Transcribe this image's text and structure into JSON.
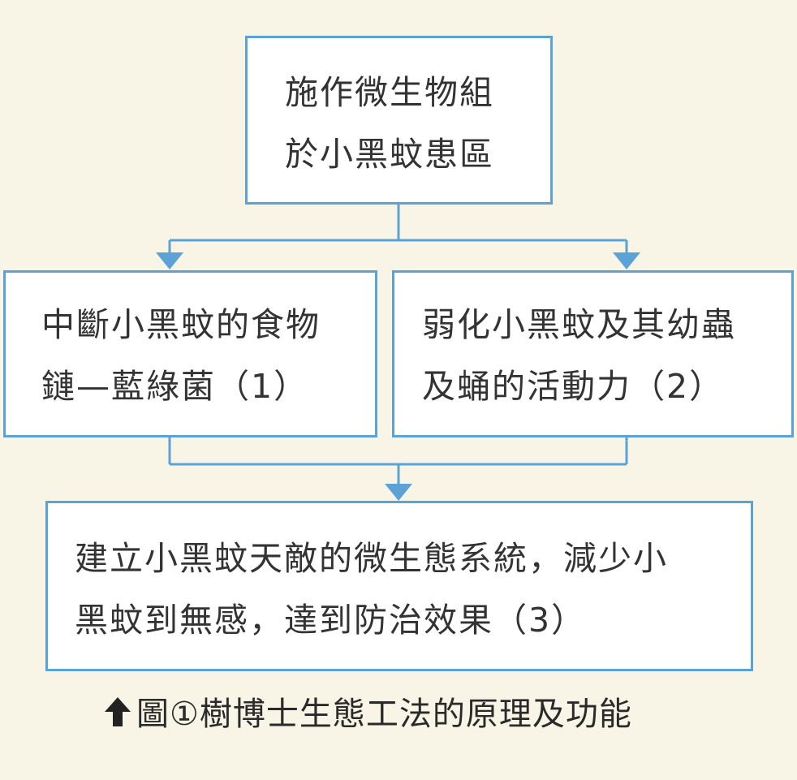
{
  "diagram": {
    "top_box": {
      "lines": [
        "施作微生物組",
        "於小黑蚊患區"
      ]
    },
    "left_box": {
      "lines": [
        "中斷小黑蚊的食物",
        "鏈—藍綠菌（1）"
      ]
    },
    "right_box": {
      "lines": [
        "弱化小黑蚊及其幼蟲",
        "及蛹的活動力（2）"
      ]
    },
    "bottom_box": {
      "lines": [
        "建立小黑蚊天敵的微生態系統，減少小",
        "黑蚊到無感，達到防治效果（3）"
      ]
    },
    "caption": "圖①樹博士生態工法的原理及功能",
    "caption_icon": "up-arrow-icon",
    "colors": {
      "background": "#f8f5e6",
      "box_border": "#5ba3d6",
      "connector": "#5ba3d6",
      "text": "#333333"
    }
  }
}
